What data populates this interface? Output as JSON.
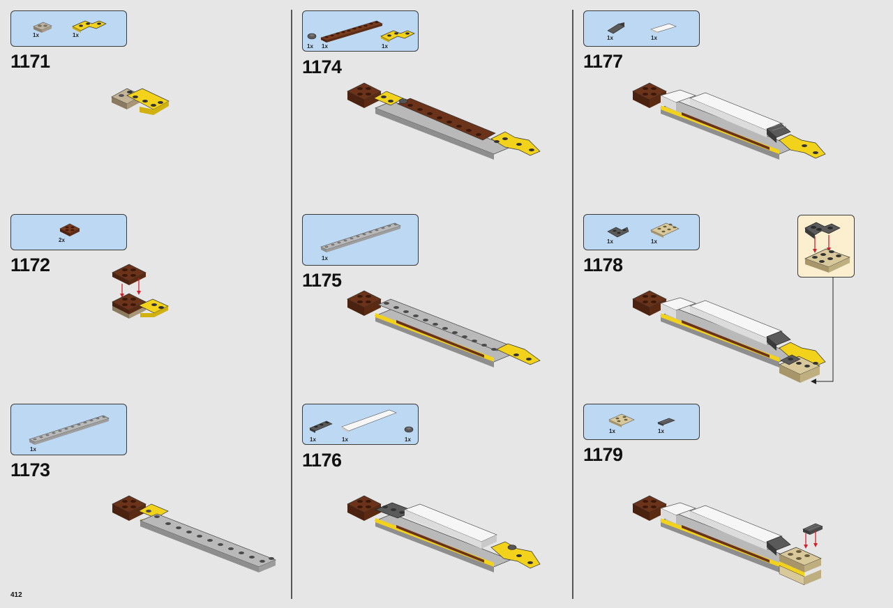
{
  "page": {
    "number": "412"
  },
  "colors": {
    "panel": "#bcd8f2",
    "callout": "#fbefcf",
    "yellow": "#f2d21b",
    "brown": "#6b3319",
    "light_gray": "#a8a8a8",
    "dark_gray": "#5a5a5a",
    "tan": "#d9c89a",
    "white": "#f6f6f6"
  },
  "steps": [
    {
      "number": "1171",
      "parts": [
        {
          "qty": "1x",
          "icon": "gray-plate-1x2-icon"
        },
        {
          "qty": "1x",
          "icon": "yellow-wedge-plate-icon"
        }
      ]
    },
    {
      "number": "1172",
      "parts": [
        {
          "qty": "2x",
          "icon": "brown-plate-2x2-icon"
        }
      ]
    },
    {
      "number": "1173",
      "parts": [
        {
          "qty": "1x",
          "icon": "gray-plate-1x12-icon"
        }
      ]
    },
    {
      "number": "1174",
      "parts": [
        {
          "qty": "1x",
          "icon": "dark-gray-round-plate-icon"
        },
        {
          "qty": "1x",
          "icon": "brown-plate-1x10-icon"
        },
        {
          "qty": "1x",
          "icon": "yellow-wedge-plate-icon"
        }
      ]
    },
    {
      "number": "1175",
      "parts": [
        {
          "qty": "1x",
          "icon": "gray-plate-1x12-icon"
        }
      ]
    },
    {
      "number": "1176",
      "parts": [
        {
          "qty": "1x",
          "icon": "dark-gray-plate-1x3-icon"
        },
        {
          "qty": "1x",
          "icon": "white-tile-1x8-icon"
        },
        {
          "qty": "1x",
          "icon": "dark-gray-round-plate-icon"
        }
      ]
    },
    {
      "number": "1177",
      "parts": [
        {
          "qty": "1x",
          "icon": "dark-gray-slope-icon"
        },
        {
          "qty": "1x",
          "icon": "white-tile-1x4-icon"
        }
      ]
    },
    {
      "number": "1178",
      "parts": [
        {
          "qty": "1x",
          "icon": "dark-gray-corner-plate-icon"
        },
        {
          "qty": "1x",
          "icon": "tan-plate-2x3-icon"
        }
      ]
    },
    {
      "number": "1179",
      "parts": [
        {
          "qty": "1x",
          "icon": "tan-plate-2x2-icon"
        },
        {
          "qty": "1x",
          "icon": "dark-gray-grille-icon"
        }
      ]
    }
  ]
}
